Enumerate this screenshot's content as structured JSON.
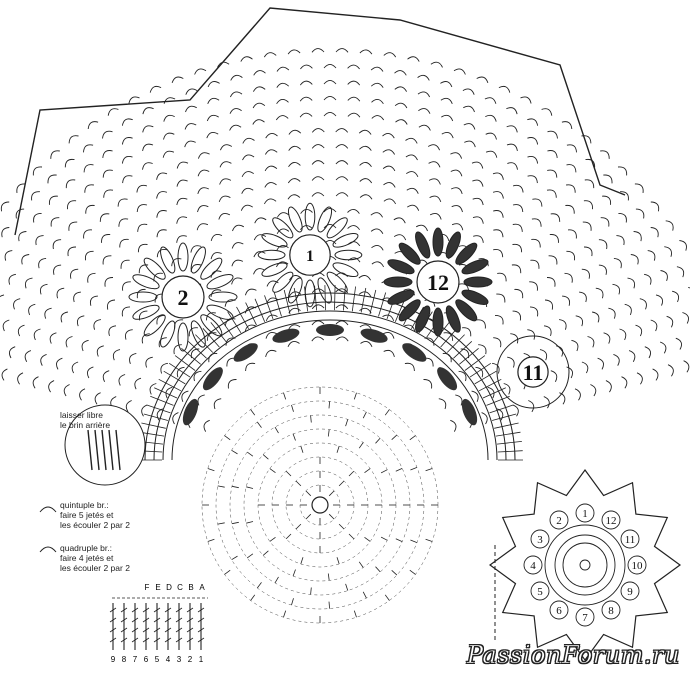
{
  "motif_numbers": [
    {
      "id": "1",
      "label": "1"
    },
    {
      "id": "2",
      "label": "2"
    },
    {
      "id": "12",
      "label": "12"
    },
    {
      "id": "11",
      "label": "11"
    }
  ],
  "notes": {
    "leave_free": "laisser libre\nle brin arrière",
    "quintuple": "quintuple br.:\nfaire 5 jetés et\nles écouler 2 par 2",
    "quadruple": "quadruple br.:\nfaire 4 jetés et\nles écouler 2 par 2"
  },
  "legend_letters": [
    "F",
    "E",
    "D",
    "C",
    "B",
    "A"
  ],
  "legend_row_numbers": [
    "9",
    "8",
    "7",
    "6",
    "5",
    "4",
    "3",
    "2",
    "1"
  ],
  "assembly_numbers": [
    "1",
    "2",
    "3",
    "4",
    "5",
    "6",
    "7",
    "8",
    "9",
    "10",
    "11",
    "12"
  ],
  "watermark": "PassionForum.ru"
}
